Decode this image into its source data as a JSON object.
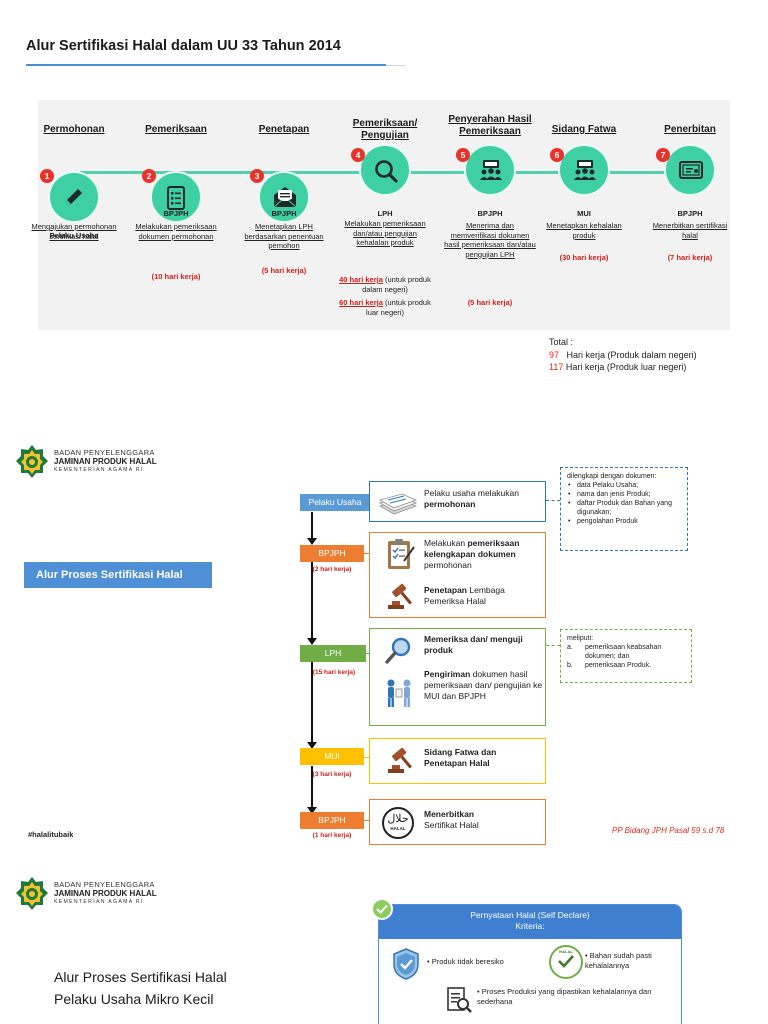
{
  "section1": {
    "title": "Alur Sertifikasi Halal dalam UU 33 Tahun 2014",
    "steps": [
      {
        "num": "1",
        "title": "Permohonan",
        "icon": "pencil-icon",
        "actor": "Pelaku Usaha",
        "desc": "Mengajukan permohonan sertifikasi halal",
        "duration": ""
      },
      {
        "num": "2",
        "title": "Pemeriksaan",
        "icon": "checklist-icon",
        "actor": "BPJPH",
        "desc": "Melakukan pemeriksaan dokumen permohonan",
        "duration": "(10 hari kerja)"
      },
      {
        "num": "3",
        "title": "Penetapan",
        "icon": "envelope-icon",
        "actor": "BPJPH",
        "desc": "Menetapkan LPH berdasarkan penentuan pemohon",
        "duration": "(5 hari kerja)"
      },
      {
        "num": "4",
        "title": "Pemeriksaan/ Pengujian",
        "icon": "magnifier-icon",
        "actor": "LPH",
        "desc": "Melakukan pemeriksaan dan/atau pengujian kehalalan produk",
        "duration_a": "40 hari kerja",
        "duration_a_note": " (untuk produk dalam negeri)",
        "duration_b": "60 hari kerja",
        "duration_b_note": " (untuk produk luar negeri)"
      },
      {
        "num": "5",
        "title": "Penyerahan Hasil Pemeriksaan",
        "icon": "meeting-icon",
        "actor": "BPJPH",
        "desc": "Menerima dan memverifikasi dokumen hasil pemeriksaan dan/atau pengujian LPH",
        "duration": "(5 hari kerja)"
      },
      {
        "num": "6",
        "title": "Sidang Fatwa",
        "icon": "meeting-icon",
        "actor": "MUI",
        "desc": "Menetapkan kehalalan produk",
        "duration": "(30 hari kerja)"
      },
      {
        "num": "7",
        "title": "Penerbitan",
        "icon": "certificate-icon",
        "actor": "BPJPH",
        "desc": "Menerbitkan sertifikasi halal",
        "duration": "(7 hari kerja)"
      }
    ],
    "total": {
      "label": "Total :",
      "line1_num": "97",
      "line1_text": "Hari kerja (Produk dalam negeri)",
      "line2_num": "117",
      "line2_text": "Hari kerja (Produk luar negeri)"
    }
  },
  "logo": {
    "line1": "BADAN PENYELENGGARA",
    "line2": "JAMINAN PRODUK HALAL",
    "line3": "KEMENTERIAN AGAMA RI"
  },
  "section2": {
    "button": "Alur Proses Sertifikasi Halal",
    "hashtag": "#halalitubaik",
    "reference": "PP Bidang JPH Pasal 59 s.d 78",
    "actors": [
      {
        "label": "Pelaku Usaha",
        "days": ""
      },
      {
        "label": "BPJPH",
        "days": "(2 hari kerja)"
      },
      {
        "label": "LPH",
        "days": "(15 hari kerja)"
      },
      {
        "label": "MUI",
        "days": "(3 hari kerja)"
      },
      {
        "label": "BPJPH",
        "days": "(1 hari kerja)"
      }
    ],
    "box1": {
      "plain": "Pelaku usaha melakukan ",
      "bold": "permohonan"
    },
    "box2": {
      "a_plain1": "Melakukan ",
      "a_bold": "pemeriksaan kelengkapan dokumen",
      "a_plain2": " permohonan",
      "b_bold": "Penetapan",
      "b_plain": " Lembaga Pemeriksa Halal"
    },
    "box3": {
      "a_bold": "Memeriksa dan/ menguji produk",
      "b_bold": "Pengiriman",
      "b_plain": " dokumen hasil pemeriksaan dan/ pengujian ke MUI dan BPJPH"
    },
    "box4": {
      "bold": "Sidang Fatwa dan Penetapan Halal"
    },
    "box5": {
      "bold": "Menerbitkan",
      "plain": "Sertifikat Halal",
      "halal_text": "HALAL"
    },
    "note1": {
      "head": "dilengkapi dengan dokumen:",
      "items": [
        "data Pelaku Usaha;",
        "nama dan jenis Produk;",
        "daftar Produk dan Bahan yang digunakan;",
        "pengolahan Produk"
      ]
    },
    "note2": {
      "head": "meliputi:",
      "items": [
        {
          "marker": "a.",
          "text": "pemeriksaan keabsahan dokumen; dan"
        },
        {
          "marker": "b.",
          "text": "pemeriksaan Produk."
        }
      ]
    }
  },
  "section3": {
    "title_line1": "Alur Proses Sertifikasi Halal",
    "title_line2": "Pelaku Usaha Mikro Kecil",
    "card_head1": "Pernyataan Halal (Self Declare)",
    "card_head2": "Kriteria:",
    "item1": "• Produk tidak beresiko",
    "item2": "• Bahan sudah pasti kehalalannya",
    "item3": "• Proses Produksi yang dipastikan kehalalannya dan sederhana",
    "badge_text": "HALAL"
  },
  "colors": {
    "accent_blue": "#4f8fd6",
    "teal": "#3ecfa4",
    "red": "#e12a1e",
    "orange": "#ed7d31",
    "green": "#70ad47",
    "yellow": "#ffc000"
  }
}
